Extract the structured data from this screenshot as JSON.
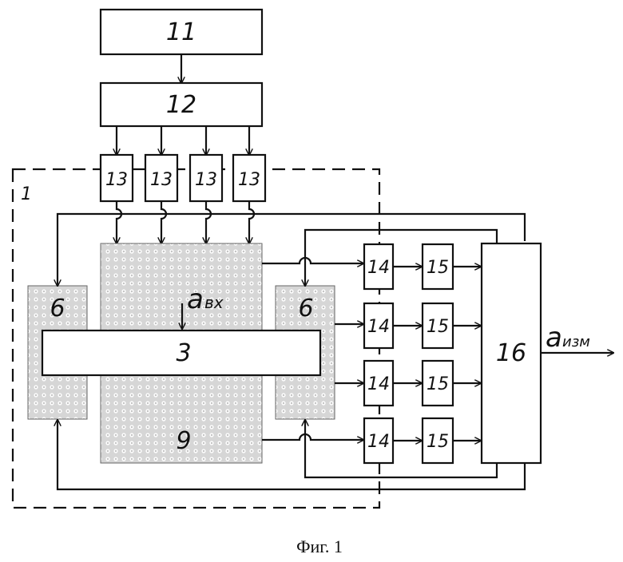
{
  "labels": {
    "b11": "11",
    "b12": "12",
    "b13": "13",
    "b1": "1",
    "b6": "6",
    "b3": "3",
    "b9": "9",
    "b14": "14",
    "b15": "15",
    "b16": "16",
    "a_in": "a",
    "a_in_sub": "вх",
    "a_out": "a",
    "a_out_sub": "изм"
  },
  "caption": "Фиг. 1"
}
